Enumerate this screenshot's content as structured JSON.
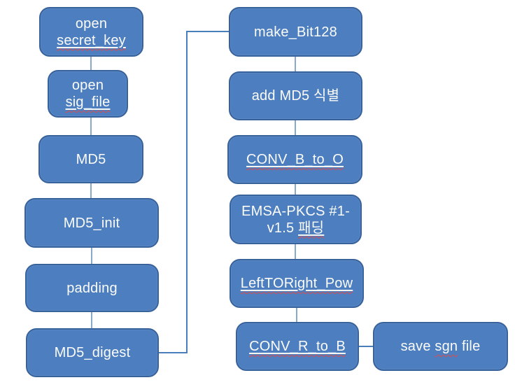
{
  "diagram": {
    "description": "Two-column flowchart of an MD5 / RSA signature generation process",
    "colors": {
      "node_fill": "#4d7ebf",
      "node_border": "#38629c",
      "connector_short": "#8aa8c8",
      "connector_elbow": "#4a7ebb",
      "text": "#fbfcf9",
      "squiggle": "#e04b4b",
      "background": "#ffffff"
    },
    "nodes": [
      {
        "name": "open-secret-key",
        "label": "open secret_key",
        "lines": [
          [
            {
              "t": "open"
            }
          ],
          [
            {
              "t": "secret_key",
              "u": true,
              "s": true
            }
          ]
        ]
      },
      {
        "name": "open-sig-file",
        "label": "open sig_file",
        "lines": [
          [
            {
              "t": "open"
            }
          ],
          [
            {
              "t": "sig_file",
              "u": true,
              "s": true
            }
          ]
        ]
      },
      {
        "name": "md5",
        "label": "MD5",
        "lines": [
          [
            {
              "t": "MD5"
            }
          ]
        ]
      },
      {
        "name": "md5-init",
        "label": "MD5_init",
        "lines": [
          [
            {
              "t": "MD5_init"
            }
          ]
        ]
      },
      {
        "name": "padding",
        "label": "padding",
        "lines": [
          [
            {
              "t": "padding"
            }
          ]
        ]
      },
      {
        "name": "md5-digest",
        "label": "MD5_digest",
        "lines": [
          [
            {
              "t": "MD5_digest"
            }
          ]
        ]
      },
      {
        "name": "make-bit128",
        "label": "make_Bit128",
        "lines": [
          [
            {
              "t": "make_Bit128"
            }
          ]
        ]
      },
      {
        "name": "add-md5-identifier",
        "label": "add MD5 식별",
        "lines": [
          [
            {
              "t": "add MD5 식별"
            }
          ]
        ]
      },
      {
        "name": "conv-b-to-o",
        "label": "CONV_B_to_O",
        "lines": [
          [
            {
              "t": "CONV_B_to_O",
              "u": true,
              "s": true
            }
          ]
        ]
      },
      {
        "name": "emsa-pkcs-padding",
        "label": "EMSA-PKCS #1-v1.5 패딩",
        "lines": [
          [
            {
              "t": "EMSA-PKCS #1-"
            }
          ],
          [
            {
              "t": "v1.5 "
            },
            {
              "t": "패딩",
              "u": true,
              "s": true
            }
          ]
        ]
      },
      {
        "name": "left-to-right-pow",
        "label": "LeftTORight_Pow",
        "lines": [
          [
            {
              "t": "LeftTORight_Pow",
              "u": true,
              "s": true
            }
          ]
        ]
      },
      {
        "name": "conv-r-to-b",
        "label": "CONV_R_to_B",
        "lines": [
          [
            {
              "t": "CONV_R_to_B",
              "u": true,
              "s": true
            }
          ]
        ]
      },
      {
        "name": "save-sgn-file",
        "label": "save sgn file",
        "lines": [
          [
            {
              "t": "save "
            },
            {
              "t": "sgn",
              "s": true
            },
            {
              "t": " file"
            }
          ]
        ]
      }
    ],
    "connections": [
      "open secret_key -> open sig_file",
      "open sig_file -> MD5",
      "MD5 -> MD5_init",
      "MD5_init -> padding",
      "padding -> MD5_digest",
      "MD5_digest -> make_Bit128",
      "make_Bit128 -> add MD5 식별",
      "add MD5 식별 -> CONV_B_to_O",
      "CONV_B_to_O -> EMSA-PKCS #1-v1.5 패딩",
      "EMSA-PKCS #1-v1.5 패딩 -> LeftTORight_Pow",
      "LeftTORight_Pow -> CONV_R_to_B",
      "CONV_R_to_B -> save sgn file"
    ]
  }
}
